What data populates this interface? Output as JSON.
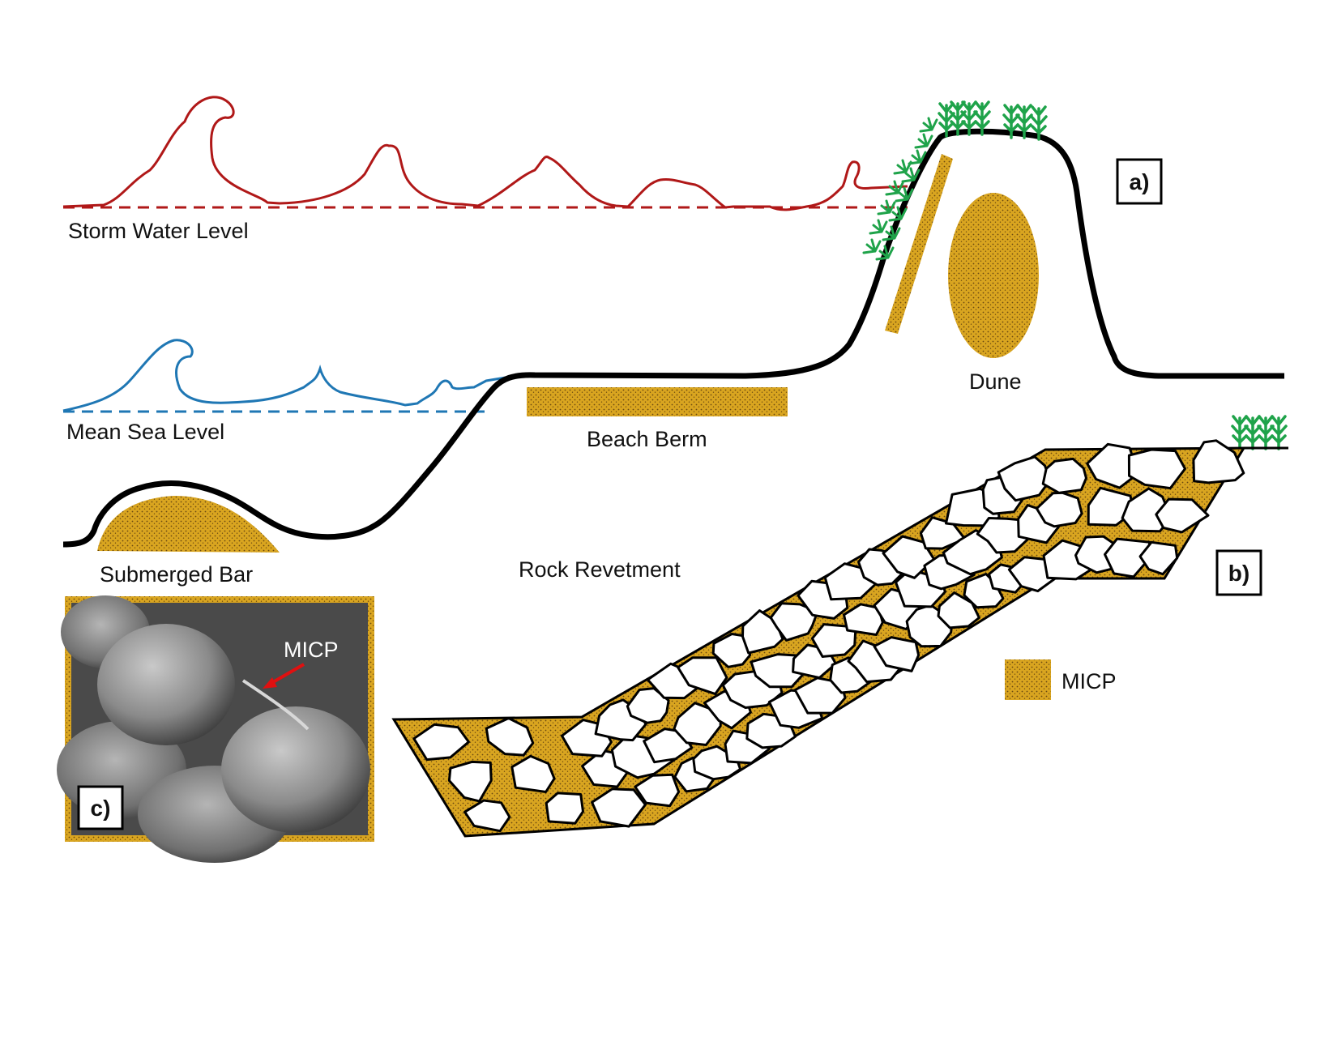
{
  "labels": {
    "storm_water_level": "Storm Water Level",
    "mean_sea_level": "Mean Sea Level",
    "submerged_bar": "Submerged Bar",
    "beach_berm": "Beach Berm",
    "dune": "Dune",
    "rock_revetment": "Rock Revetment",
    "legend_micp": "MICP",
    "photo_micp": "MICP"
  },
  "panels": {
    "a": "a)",
    "b": "b)",
    "c": "c)"
  },
  "colors": {
    "storm_wave": "#b01818",
    "sea_wave": "#1f77b4",
    "ground": "#000000",
    "micp_fill": "#d9a520",
    "micp_dot": "#6b4a10",
    "vegetation": "#1fa34a",
    "photo_arrow": "#e01010"
  },
  "icons": {
    "vegetation": "grass-tuft-icon",
    "micp_swatch": "micp-swatch-icon"
  }
}
